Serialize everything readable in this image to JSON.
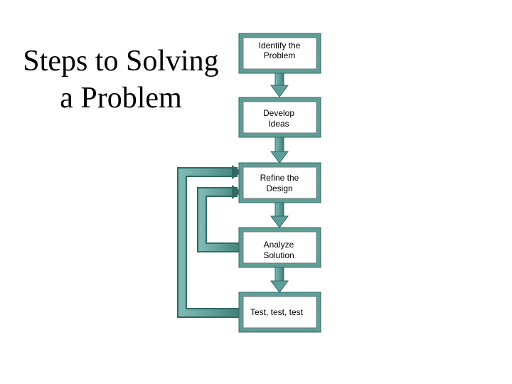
{
  "slide": {
    "title_line1": "Steps to Solving",
    "title_line2": "a Problem"
  },
  "steps": [
    {
      "line1": "Identify the",
      "line2": "Problem"
    },
    {
      "line1": "Develop",
      "line2": "Ideas"
    },
    {
      "line1": "Refine the",
      "line2": "Design"
    },
    {
      "line1": "Analyze",
      "line2": "Solution"
    },
    {
      "line1": "Test, test, test",
      "line2": ""
    }
  ],
  "colors": {
    "teal": "#5f9e97",
    "teal_dark": "#2f6a64",
    "box_fill": "#ffffff",
    "box_border_light": "#dcdcdc",
    "box_border_dark": "#7a7a7a"
  }
}
